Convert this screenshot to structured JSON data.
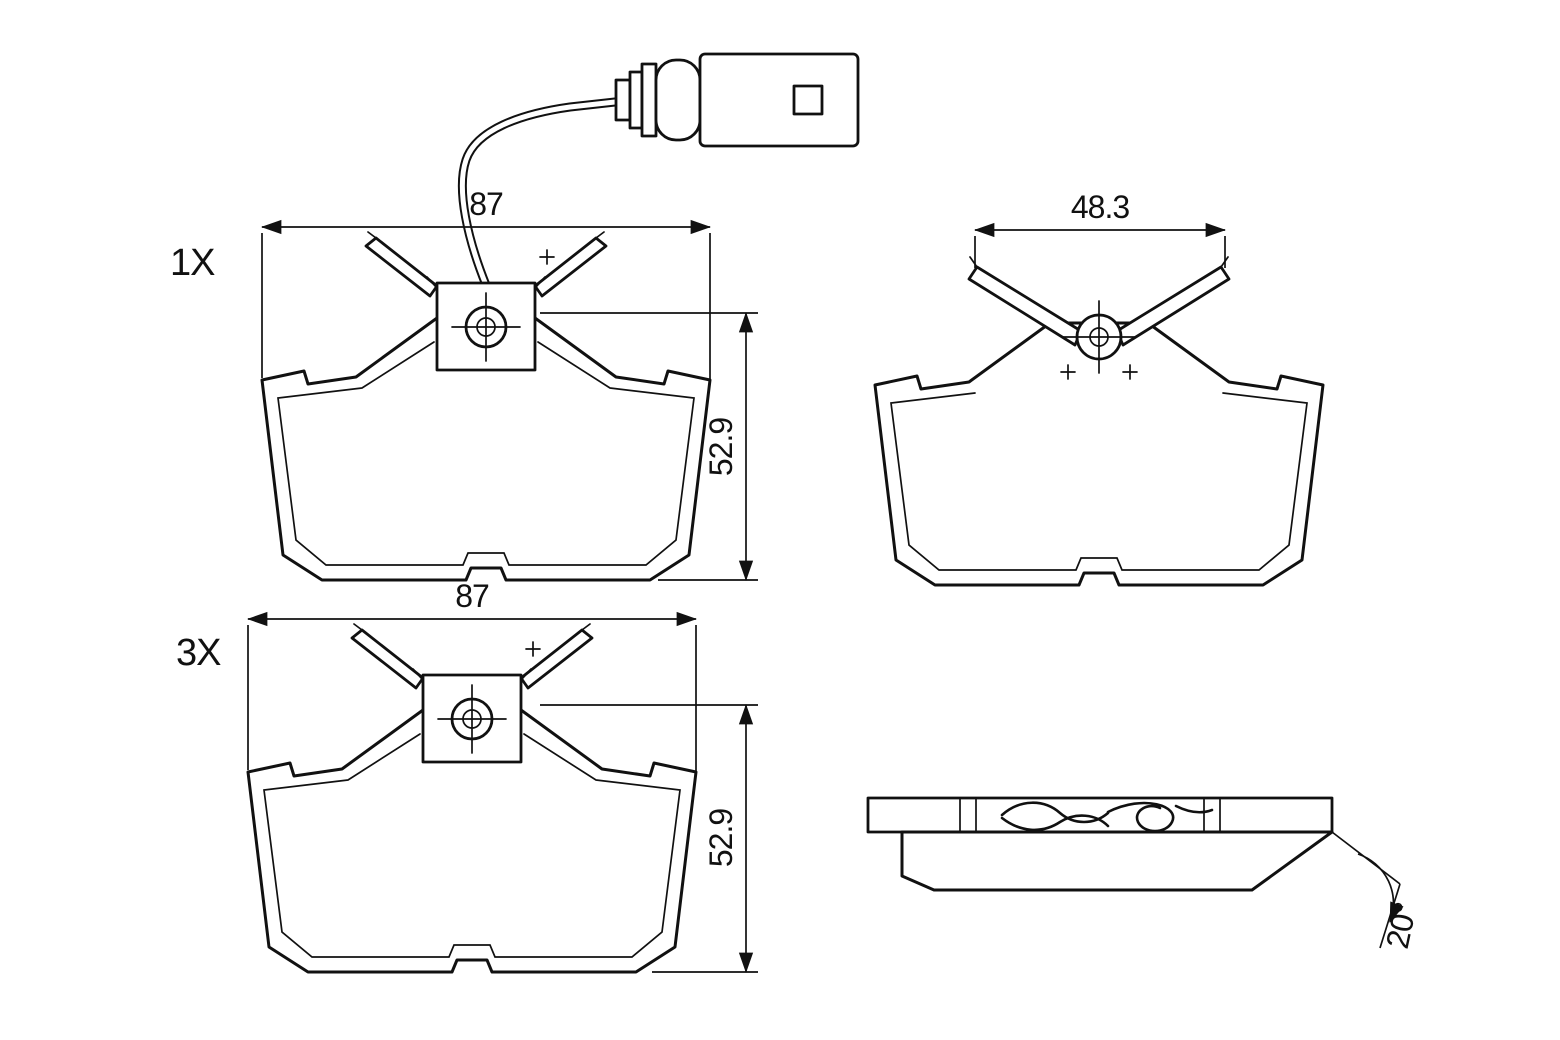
{
  "background": "#ffffff",
  "line_color": "#111111",
  "views": {
    "front_with_sensor": {
      "quantity_label": "1X",
      "width_dim": "87",
      "height_dim": "52.9"
    },
    "rear": {
      "center_span_dim": "48.3"
    },
    "front_plain": {
      "quantity_label": "3X",
      "width_dim": "87",
      "height_dim": "52.9"
    },
    "side_profile": {
      "angle_dim": "20°"
    }
  }
}
